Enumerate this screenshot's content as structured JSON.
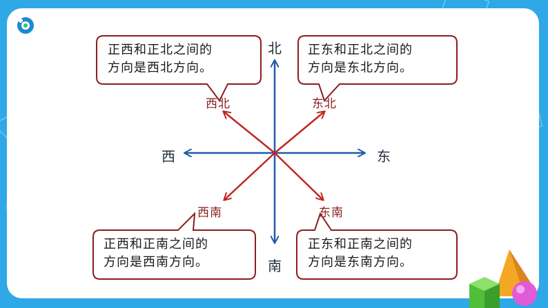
{
  "colors": {
    "background": "#2ea8e6",
    "card": "#ffffff",
    "axis_blue": "#1f5aa8",
    "diagonal_red": "#c0261f",
    "bubble_border": "#8b1c1c"
  },
  "icons": {
    "logo": "app-logo-icon"
  },
  "directions": {
    "north": "北",
    "south": "南",
    "east": "东",
    "west": "西",
    "northeast": "东北",
    "northwest": "西北",
    "southeast": "东南",
    "southwest": "西南"
  },
  "callouts": {
    "northwest": {
      "line1": "正西和正北之间的",
      "line2": "方向是西北方向。"
    },
    "northeast": {
      "line1": "正东和正北之间的",
      "line2": "方向是东北方向。"
    },
    "southwest": {
      "line1": "正西和正南之间的",
      "line2": "方向是西南方向。"
    },
    "southeast": {
      "line1": "正东和正南之间的",
      "line2": "方向是东南方向。"
    }
  }
}
